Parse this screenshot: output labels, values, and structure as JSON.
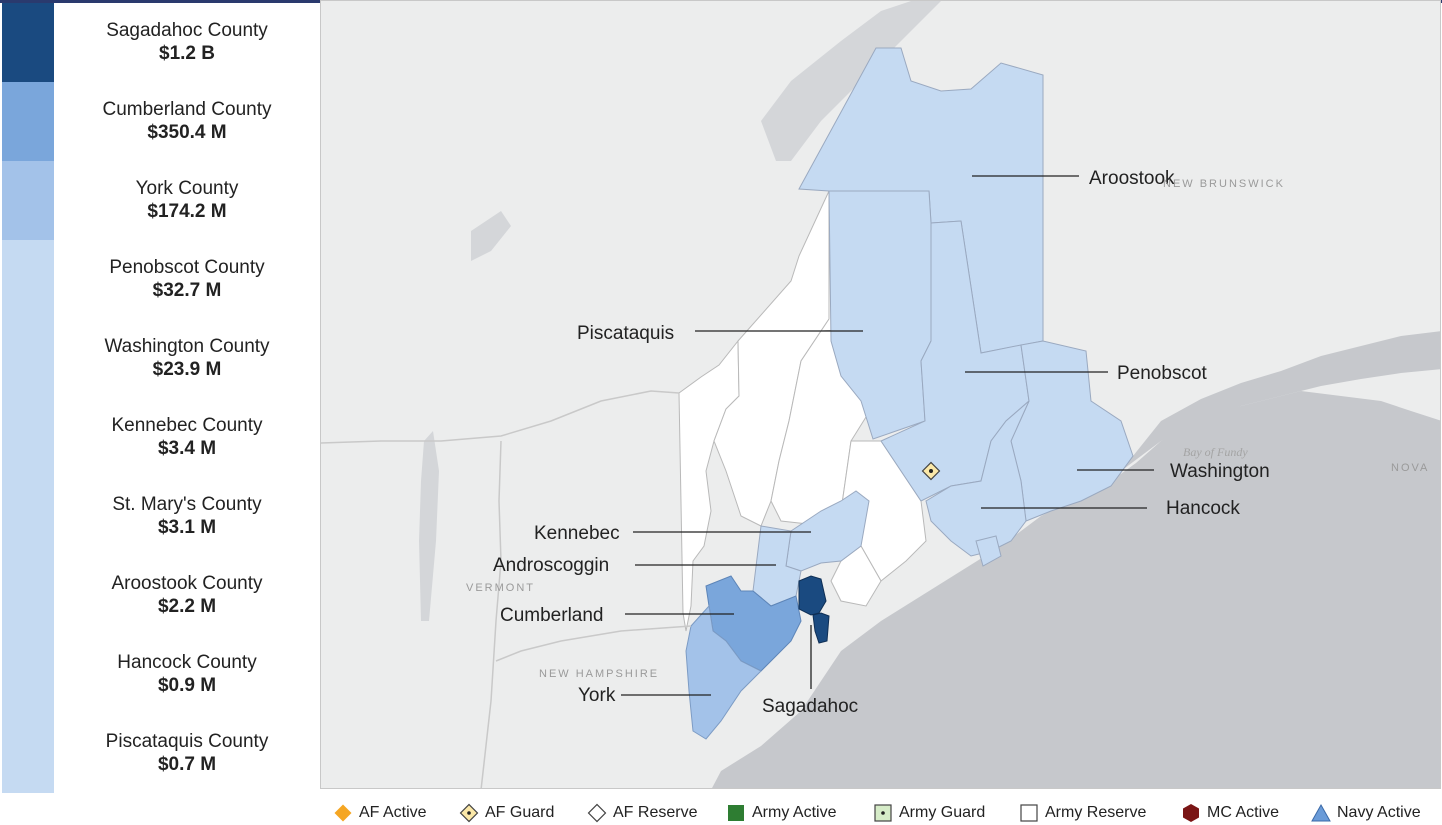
{
  "rankings": [
    {
      "name": "Sagadahoc County",
      "amount": "$1.2 B",
      "color": "#1a4a80"
    },
    {
      "name": "Cumberland County",
      "amount": "$350.4 M",
      "color": "#7aa6db"
    },
    {
      "name": "York County",
      "amount": "$174.2 M",
      "color": "#a3c2e9"
    },
    {
      "name": "Penobscot County",
      "amount": "$32.7 M",
      "color": "#c5daf2"
    },
    {
      "name": "Washington County",
      "amount": "$23.9 M",
      "color": "#c5daf2"
    },
    {
      "name": "Kennebec County",
      "amount": "$3.4 M",
      "color": "#c5daf2"
    },
    {
      "name": "St. Mary's County",
      "amount": "$3.1 M",
      "color": "#c5daf2"
    },
    {
      "name": "Aroostook County",
      "amount": "$2.2 M",
      "color": "#c5daf2"
    },
    {
      "name": "Hancock County",
      "amount": "$0.9 M",
      "color": "#c5daf2"
    },
    {
      "name": "Piscataquis County",
      "amount": "$0.7 M",
      "color": "#c5daf2"
    }
  ],
  "map": {
    "county_labels": {
      "aroostook": "Aroostook",
      "piscataquis": "Piscataquis",
      "penobscot": "Penobscot",
      "washington": "Washington",
      "hancock": "Hancock",
      "kennebec": "Kennebec",
      "androscoggin": "Androscoggin",
      "cumberland": "Cumberland",
      "york": "York",
      "sagadahoc": "Sagadahoc"
    },
    "geo_labels": {
      "new_brunswick": "NEW BRUNSWICK",
      "vermont": "VERMONT",
      "new_hampshire": "NEW HAMPSHIRE",
      "bay_of_fundy": "Bay of Fundy",
      "nova": "NOVA"
    },
    "colors": {
      "land": "#eceded",
      "water": "#c6c8cc",
      "tier_low": "#c5daf2",
      "tier_york": "#a3c2e9",
      "tier_cumberland": "#7aa6db",
      "tier_top": "#1a4a80",
      "no_data": "#ffffff"
    }
  },
  "legend": [
    {
      "label": "AF Active",
      "icon": "orange-diamond-icon"
    },
    {
      "label": "AF Guard",
      "icon": "dotted-diamond-icon"
    },
    {
      "label": "AF Reserve",
      "icon": "outline-diamond-icon"
    },
    {
      "label": "Army Active",
      "icon": "green-square-icon"
    },
    {
      "label": "Army Guard",
      "icon": "dotted-square-icon"
    },
    {
      "label": "Army Reserve",
      "icon": "outline-square-icon"
    },
    {
      "label": "MC Active",
      "icon": "red-hexagon-icon"
    },
    {
      "label": "Navy Active",
      "icon": "blue-triangle-icon"
    }
  ]
}
